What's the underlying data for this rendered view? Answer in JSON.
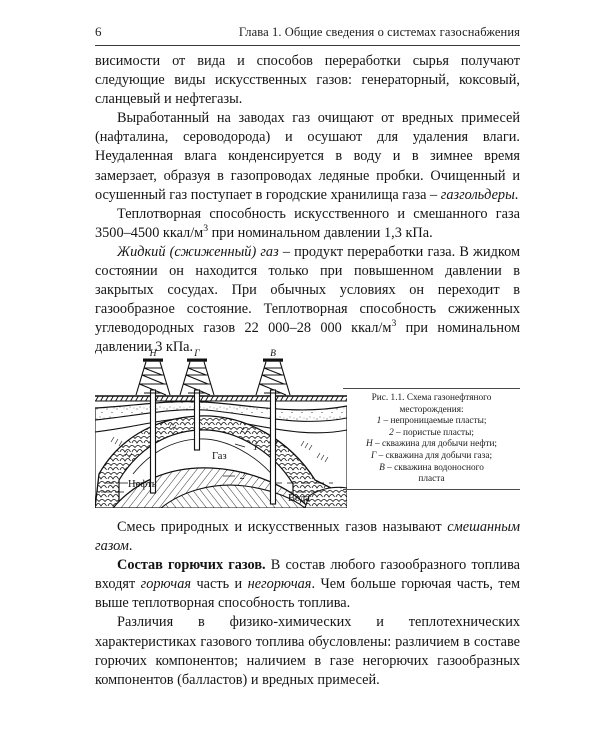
{
  "header": {
    "folio": "6",
    "chapter_title": "Глава 1. Общие сведения о системах газоснабжения"
  },
  "body_top": {
    "p1_a": "висимости от вида и способов переработки сырья получают следующие виды искусственных газов: генераторный, коксовый, сланцевый и нефтегазы.",
    "p2_a": "Выработанный на заводах газ очищают от вредных примесей (нафталина, сероводорода) и осушают для удаления влаги. Неудаленная влага конденсируется в воду и в зимнее время замерзает, образуя в газопроводах ледяные пробки. Очищенный и осушенный газ поступает в городские хранилища газа – ",
    "p2_em": "газгольдеры",
    "p2_b": ".",
    "p3_a": "Теплотворная способность искусственного и смешанного газа 3500–4500 ккал/м",
    "p3_sup": "3",
    "p3_b": " при номинальном давлении 1,3 кПа.",
    "p4_em": "Жидкий (сжиженный) газ",
    "p4_a": " – продукт переработки газа. В жидком состоянии он находится только при повышенном давлении в закрытых сосудах. При обычных условиях он переходит в газообразное состояние. Теплотворная способность сжиженных углеводородных газов 22 000–28 000 ккал/м",
    "p4_sup": "3",
    "p4_b": " при номинальном давлении 3 кПа."
  },
  "figure": {
    "derrick_labels": [
      "Н",
      "Г",
      "В"
    ],
    "layer_labels": [
      "1",
      "2"
    ],
    "zone_labels": [
      "Газ",
      "Нефть",
      "Вода"
    ]
  },
  "caption": {
    "line1": "Рис. 1.1. Схема газонефтяного",
    "line2": "месторождения:",
    "line3_key": "1",
    "line3_text": " – непроницаемые пласты;",
    "line4_key": "2",
    "line4_text": " – пористые пласты;",
    "line5_key": "Н",
    "line5_text": " – скважина для добычи нефти;",
    "line6_key": "Г",
    "line6_text": " – скважина для добычи газа;",
    "line7_key": "В",
    "line7_text": " – скважина водоносного",
    "line8_text": "пласта"
  },
  "body_bottom": {
    "p5_a": "Смесь природных и искусственных газов называют ",
    "p5_em": "смешанным газом",
    "p5_b": ".",
    "p6_strong": "Состав горючих газов.",
    "p6_a": " В состав любого газообразного топлива входят ",
    "p6_em1": "горючая",
    "p6_b": " часть и ",
    "p6_em2": "негорючая",
    "p6_c": ". Чем больше горючая часть, тем выше теплотворная способность топлива.",
    "p7_a": "Различия в физико-химических и теплотехнических характеристиках газового топлива обусловлены: различием в составе горючих компонентов; наличием в газе негорючих газообразных компонентов (балластов) и вредных примесей."
  },
  "colors": {
    "ink": "#151515",
    "rule": "#3a3a3a",
    "paper": "#ffffff"
  }
}
